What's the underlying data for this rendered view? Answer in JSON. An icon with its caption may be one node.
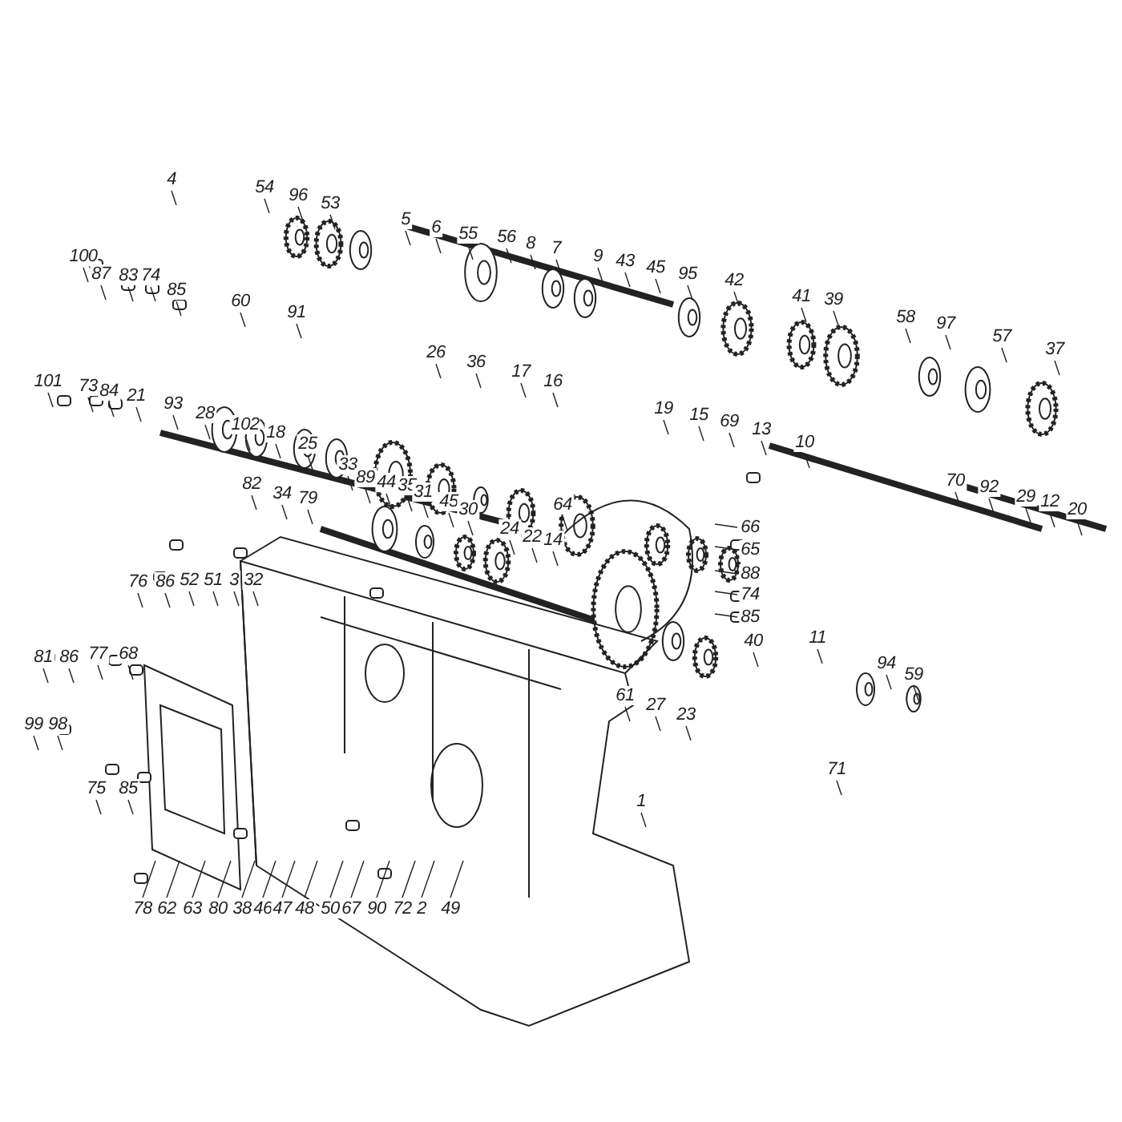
{
  "diagram": {
    "labels": [
      "4",
      "54",
      "96",
      "53",
      "5",
      "6",
      "55",
      "56",
      "8",
      "7",
      "9",
      "43",
      "45",
      "95",
      "42",
      "41",
      "39",
      "58",
      "97",
      "57",
      "37",
      "100",
      "87",
      "83",
      "74",
      "85",
      "60",
      "91",
      "101",
      "73",
      "84",
      "21",
      "93",
      "28",
      "102",
      "18",
      "25",
      "26",
      "36",
      "17",
      "16",
      "19",
      "15",
      "69",
      "13",
      "10",
      "70",
      "92",
      "29",
      "12",
      "20",
      "33",
      "82",
      "34",
      "79",
      "89",
      "44",
      "35",
      "31",
      "45",
      "30",
      "24",
      "22",
      "14",
      "64",
      "66",
      "65",
      "88",
      "74",
      "85",
      "40",
      "11",
      "94",
      "59",
      "61",
      "27",
      "23",
      "71",
      "76",
      "86",
      "52",
      "51",
      "3",
      "32",
      "81",
      "86",
      "77",
      "68",
      "99",
      "98",
      "75",
      "85",
      "1",
      "78",
      "62",
      "63",
      "80",
      "38",
      "46",
      "47",
      "48",
      "50",
      "67",
      "90",
      "72",
      "2",
      "49"
    ]
  }
}
